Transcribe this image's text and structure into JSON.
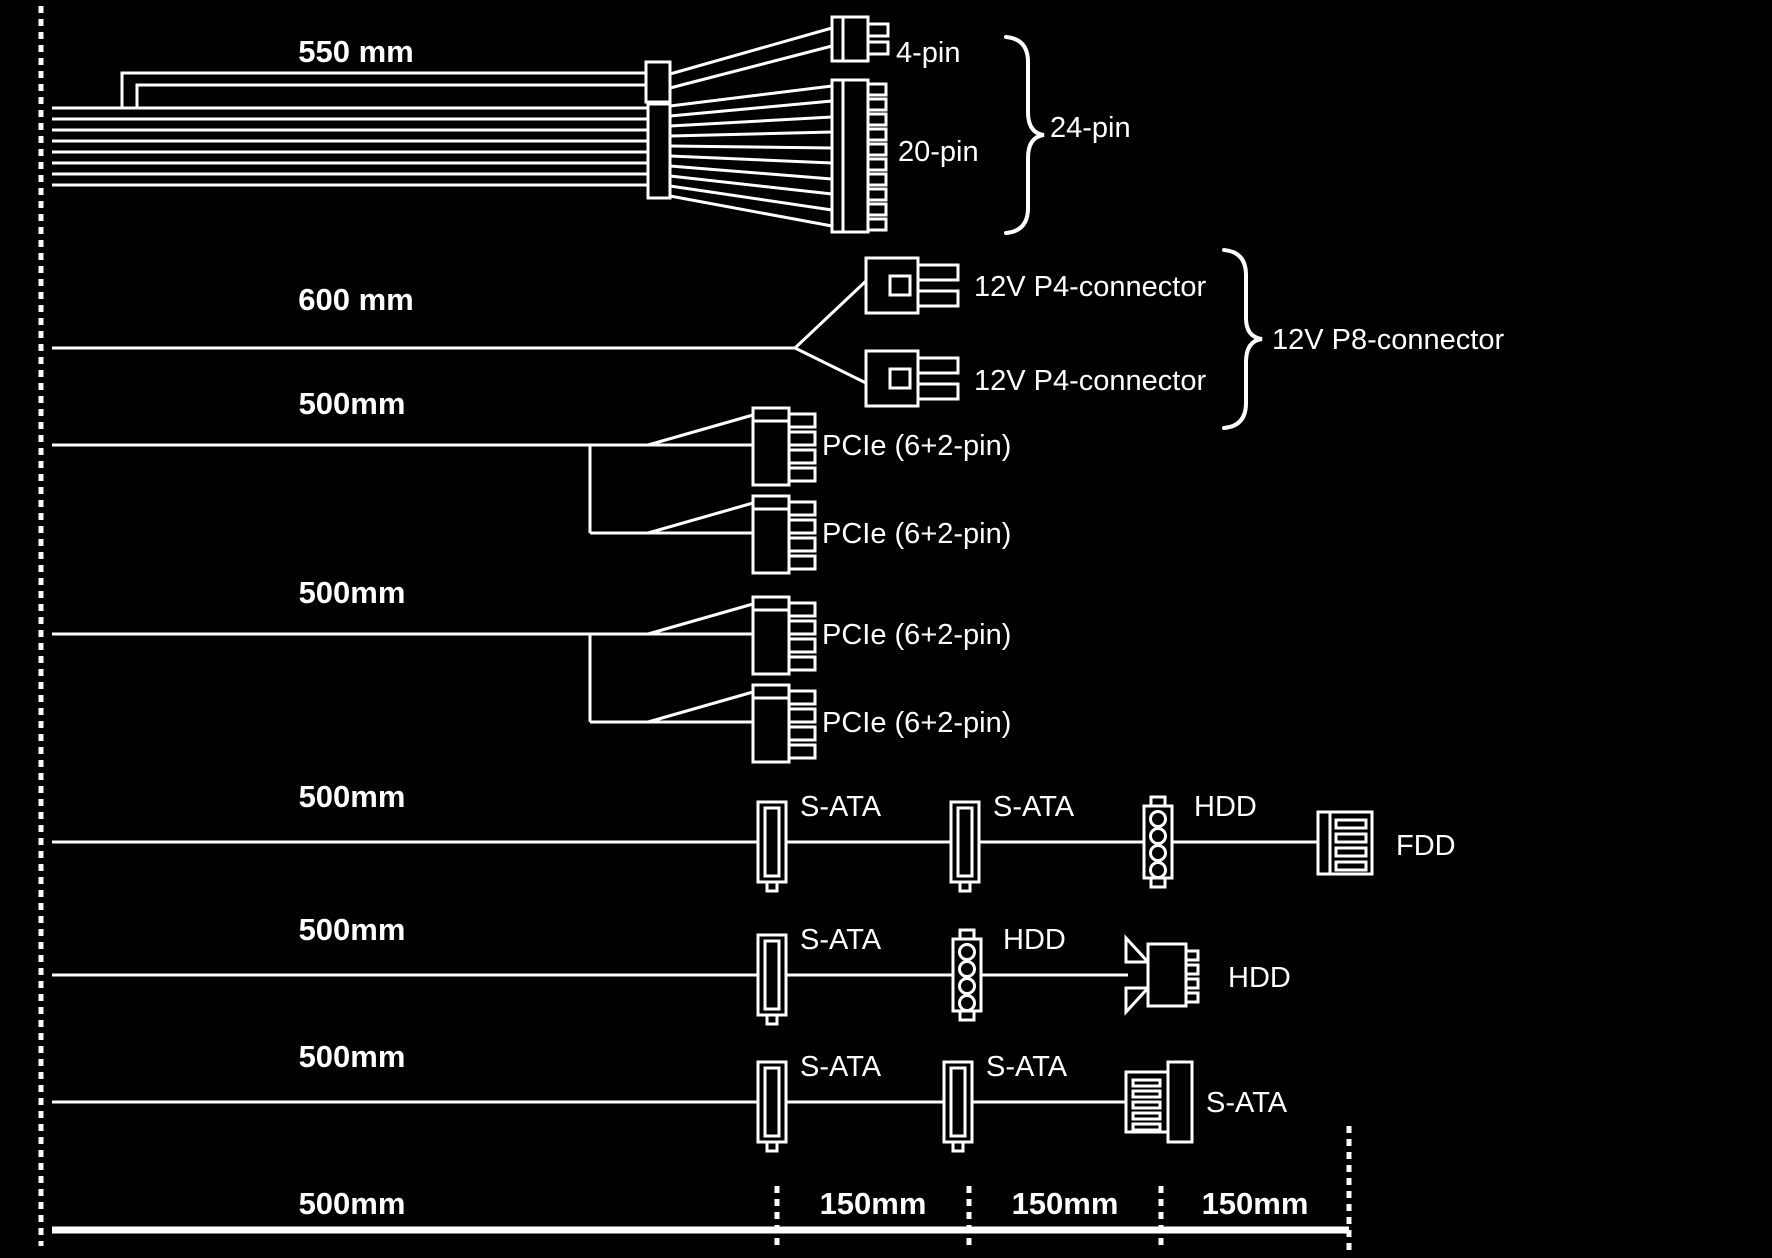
{
  "colors": {
    "background": "#000000",
    "line": "#ffffff"
  },
  "cables": [
    {
      "length": "550 mm",
      "connectors": {
        "four_pin": "4-pin",
        "twenty_pin": "20-pin",
        "combined": "24-pin"
      }
    },
    {
      "length": "600 mm",
      "connectors": {
        "p4_top": "12V P4-connector",
        "p4_bottom": "12V P4-connector",
        "combined": "12V P8-connector"
      }
    },
    {
      "length": "500mm",
      "connectors": {
        "top": "PCIe (6+2-pin)",
        "bottom": "PCIe (6+2-pin)"
      }
    },
    {
      "length": "500mm",
      "connectors": {
        "top": "PCIe (6+2-pin)",
        "bottom": "PCIe (6+2-pin)"
      }
    },
    {
      "length": "500mm",
      "connectors": {
        "c1": "S-ATA",
        "c2": "S-ATA",
        "c3": "HDD",
        "c4": "FDD"
      }
    },
    {
      "length": "500mm",
      "connectors": {
        "c1": "S-ATA",
        "c2": "HDD",
        "c3": "HDD"
      }
    },
    {
      "length": "500mm",
      "connectors": {
        "c1": "S-ATA",
        "c2": "S-ATA",
        "c3": "S-ATA"
      }
    }
  ],
  "ruler": {
    "main": "500mm",
    "seg1": "150mm",
    "seg2": "150mm",
    "seg3": "150mm"
  }
}
